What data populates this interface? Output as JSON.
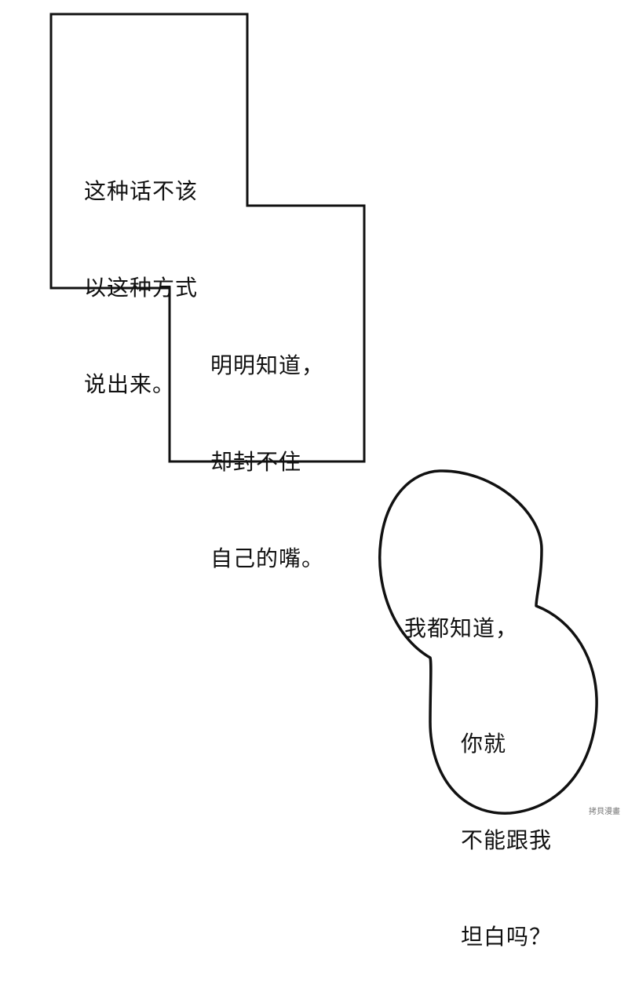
{
  "narration_box": {
    "block_1": [
      "这种话不该",
      "以这种方式",
      "说出来。"
    ],
    "block_2": [
      "明明知道，",
      "却封不住",
      "自己的嘴。"
    ]
  },
  "speech_bubble": {
    "block_1": [
      "我都知道，"
    ],
    "block_2": [
      "你就",
      "不能跟我",
      "坦白吗？"
    ]
  },
  "watermark": "拷貝漫畫",
  "colors": {
    "ink": "#111111",
    "paper": "#ffffff"
  }
}
